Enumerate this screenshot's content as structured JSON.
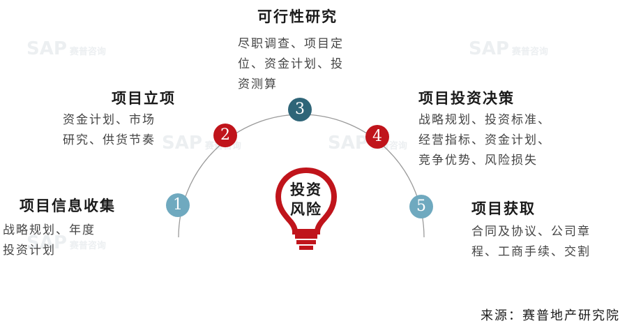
{
  "steps": [
    {
      "num": "1",
      "title": "项目信息收集",
      "desc": [
        "战略规划、年度",
        "投资计划"
      ],
      "color": "#6fa9bf"
    },
    {
      "num": "2",
      "title": "项目立项",
      "desc": [
        "资金计划、市场",
        "研究、供货节奏"
      ],
      "color": "#c0141b"
    },
    {
      "num": "3",
      "title": "可行性研究",
      "desc": [
        "尽职调查、项目定",
        "位、资金计划、投",
        "资测算"
      ],
      "color": "#2f6578"
    },
    {
      "num": "4",
      "title": "项目投资决策",
      "desc": [
        "战略规划、投资标准、",
        "经营指标、资金计划、",
        "竞争优势、风险损失"
      ],
      "color": "#c0141b"
    },
    {
      "num": "5",
      "title": "项目获取",
      "desc": [
        "合同及协议、公司章",
        "程、工商手续、交割"
      ],
      "color": "#6fa9bf"
    }
  ],
  "center": {
    "lines": [
      "投资",
      "风险"
    ],
    "icon": "lightbulb-icon",
    "color": "#c0141b"
  },
  "source": "来源：赛普地产研究院",
  "watermark": {
    "logo": "SAP",
    "name": "赛普咨询",
    "icon": "sap-logo-watermark"
  }
}
